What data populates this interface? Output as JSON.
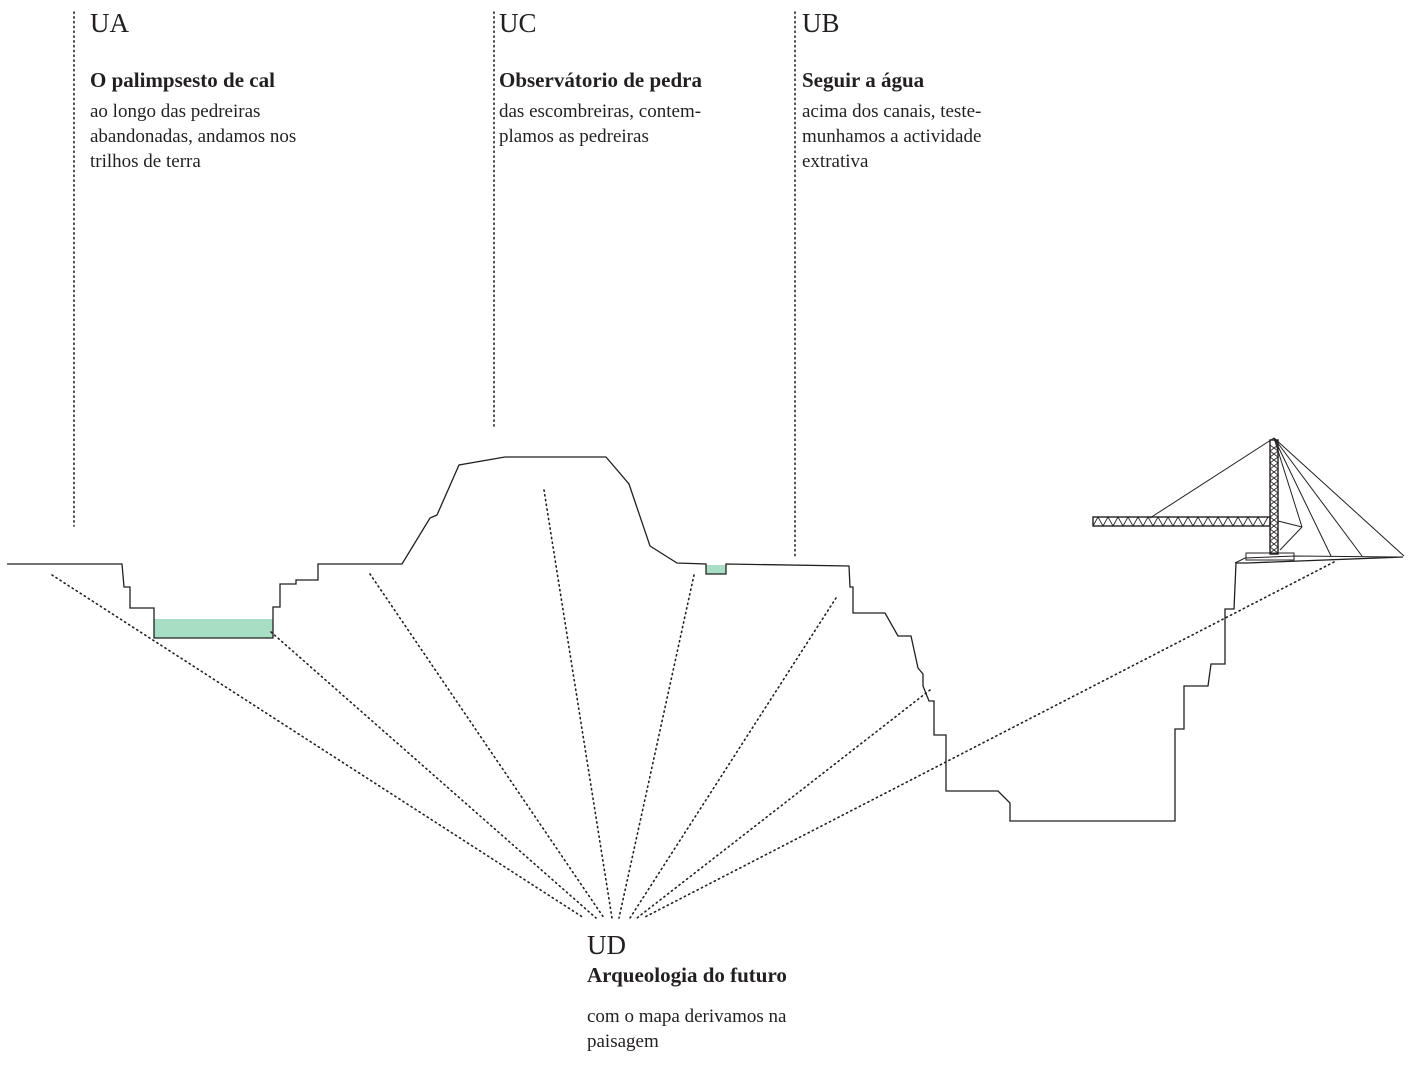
{
  "units": {
    "ua": {
      "code": "UA",
      "title": "O palimpsesto de cal",
      "description": [
        "ao longo das pedreiras",
        "abandonadas, andamos nos",
        "trilhos de terra"
      ]
    },
    "uc": {
      "code": "UC",
      "title": "Observátorio de pedra",
      "description": [
        "das escombreiras, contem-",
        "plamos as pedreiras"
      ]
    },
    "ub": {
      "code": "UB",
      "title": "Seguir a água",
      "description": [
        "acima dos canais, teste-",
        "munhamos a actividade",
        "extrativa"
      ]
    },
    "ud": {
      "code": "UD",
      "title": "Arqueologia do futuro",
      "description": [
        "com o mapa derivamos na",
        "paisagem"
      ]
    }
  },
  "colors": {
    "water": "#a8dfc4",
    "line": "#231f20"
  },
  "icons": [
    "crane-icon"
  ]
}
